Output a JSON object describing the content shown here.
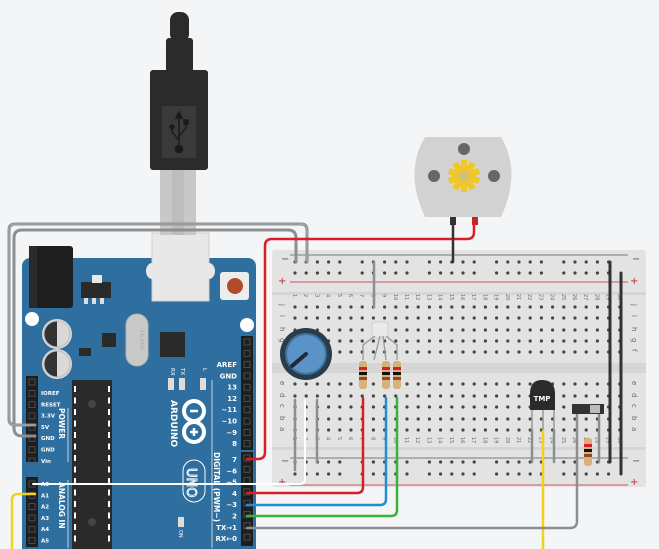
{
  "app": "Circuit simulator workspace",
  "arduino": {
    "brand": "ARDUINO",
    "model": "UNO",
    "crystal": "16.000",
    "led_labels": [
      "RX",
      "TX",
      "L"
    ],
    "on_label": "ON",
    "power_header_title": "POWER",
    "power_pins": [
      "IOREF",
      "RESET",
      "3.3V",
      "5V",
      "GND",
      "GND",
      "Vin"
    ],
    "analog_header_title": "ANALOG IN",
    "analog_pins": [
      "A0",
      "A1",
      "A2",
      "A3",
      "A4",
      "A5"
    ],
    "digital_header_title": "DIGITAL (PWM~)",
    "digital_pins_top": [
      "AREF",
      "GND",
      "13",
      "12",
      "~11",
      "~10",
      "~9",
      "8"
    ],
    "digital_pins_bottom": [
      "7",
      "~6",
      "~5",
      "4",
      "~3",
      "2",
      "TX→1",
      "RX←0"
    ]
  },
  "breadboard": {
    "columns": [
      "1",
      "2",
      "3",
      "4",
      "5",
      "6",
      "7",
      "8",
      "9",
      "10",
      "11",
      "12",
      "13",
      "14",
      "15",
      "16",
      "17",
      "18",
      "19",
      "20",
      "21",
      "22",
      "23",
      "24",
      "25",
      "26",
      "27",
      "28",
      "29",
      "30"
    ],
    "rows_top": [
      "j",
      "i",
      "h",
      "g",
      "f"
    ],
    "rows_bottom": [
      "e",
      "d",
      "c",
      "b",
      "a"
    ],
    "rail_minus": "−",
    "rail_plus": "+"
  },
  "components": {
    "temp_sensor_label": "TMP",
    "usb_icon": "usb-icon",
    "motor": "dc-motor",
    "potentiometer": "potentiometer",
    "rgb_led": "rgb-led",
    "slide_switch": "slide-switch",
    "resistors": 4
  },
  "wire_colors": {
    "red": "#d81f26",
    "blue": "#1f8fd4",
    "green": "#3bb33b",
    "yellow": "#f2d21a",
    "white": "#ffffff",
    "gray": "#8c8e90",
    "black": "#3a3a3a"
  },
  "colors": {
    "board": "#2f6f9f",
    "breadboard": "#e3e3e3",
    "background": "#f4f5f7"
  }
}
